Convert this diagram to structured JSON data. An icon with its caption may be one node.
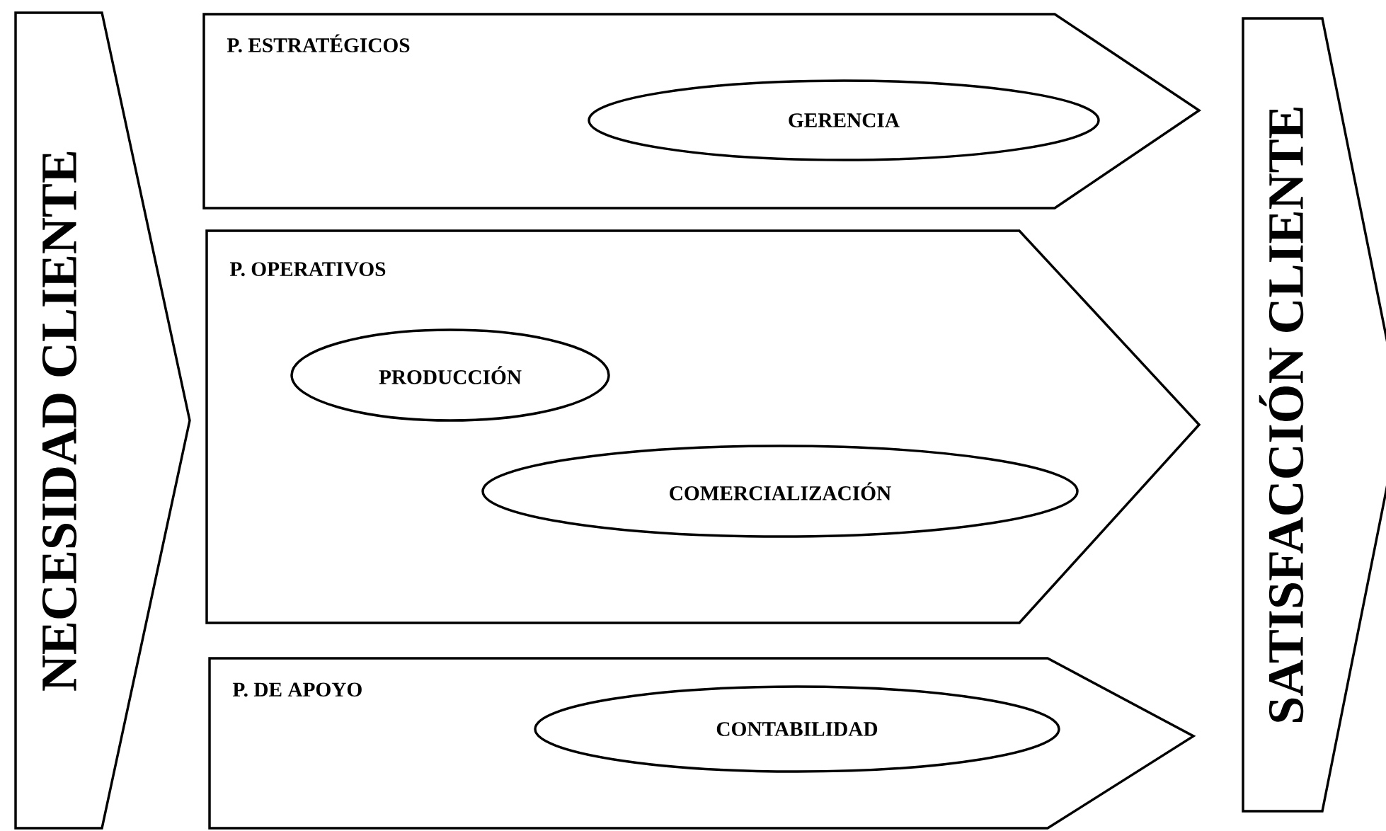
{
  "diagram": {
    "nodes": [
      {
        "text": [
          "NECESIDAD CLIENTE"
        ]
      },
      {
        "text": [
          "P. ESTRATÉGICOS"
        ]
      },
      {
        "text": [
          "GERENCIA"
        ],
        "in": 1
      },
      {
        "text": [
          "P. OPERATIVOS"
        ]
      },
      {
        "text": [
          "PRODUCCIÓN"
        ],
        "in": 3
      },
      {
        "text": [
          "COMERCIALIZACIÓN"
        ],
        "in": 3
      },
      {
        "text": [
          "P. DE APOYO"
        ]
      },
      {
        "text": [
          "CONTABILIDAD"
        ],
        "in": 6
      },
      {
        "text": [
          "SATISFACCIÓN CLIENTE"
        ]
      }
    ]
  }
}
